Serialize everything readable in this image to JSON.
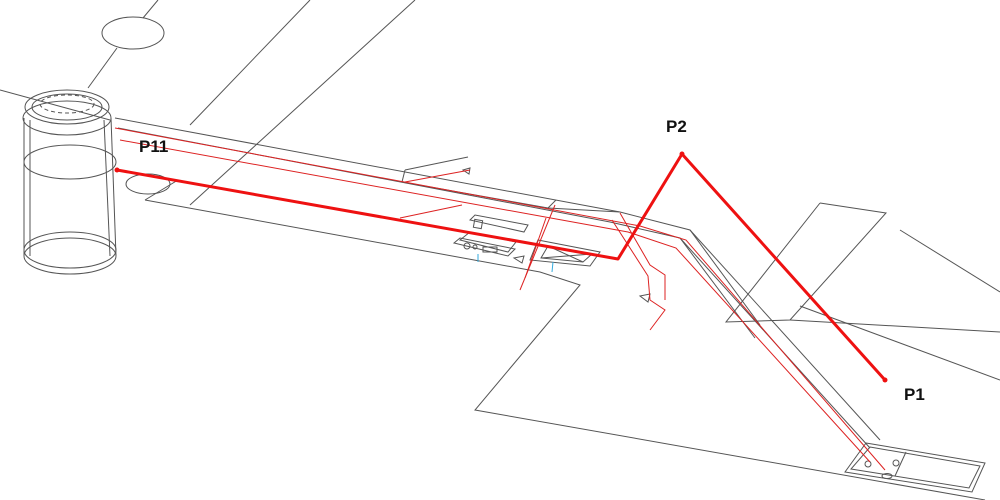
{
  "points": [
    {
      "id": "p11",
      "label": "P11"
    },
    {
      "id": "p2",
      "label": "P2"
    },
    {
      "id": "p1",
      "label": "P1"
    }
  ],
  "colors": {
    "route": "#ee1111",
    "thin_line": "#555555",
    "pipe_line": "#dd2222",
    "accent_blue": "#33aadd"
  }
}
